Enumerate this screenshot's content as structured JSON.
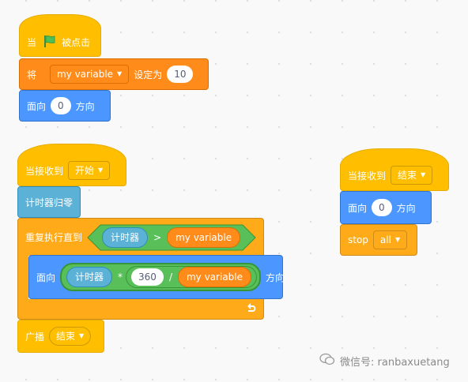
{
  "script1": {
    "hat": {
      "prefix": "当",
      "flag_icon": "green-flag-icon",
      "suffix": "被点击"
    },
    "set_var": {
      "label_pre": "将",
      "variable": "my variable",
      "label_mid": "设定为",
      "value": "10"
    },
    "point": {
      "label_pre": "面向",
      "value": "0",
      "label_post": "方向"
    }
  },
  "script2": {
    "hat": {
      "label": "当接收到",
      "message": "开始"
    },
    "reset_timer": {
      "label": "计时器归零"
    },
    "repeat_until": {
      "label": "重复执行直到",
      "cond_left": "计时器",
      "cond_op": ">",
      "cond_right": "my variable",
      "loop_arrow_icon": "loop-arrow-icon"
    },
    "inner_point": {
      "label_pre": "面向",
      "timer": "计时器",
      "mul_op": "*",
      "number": "360",
      "div_op": "/",
      "variable": "my variable",
      "label_post": "方向"
    },
    "broadcast": {
      "label": "广播",
      "message": "结束"
    }
  },
  "script3": {
    "hat": {
      "label": "当接收到",
      "message": "结束"
    },
    "point": {
      "label_pre": "面向",
      "value": "0",
      "label_post": "方向"
    },
    "stop": {
      "label": "stop",
      "option": "all"
    }
  },
  "watermark": {
    "text": "微信号: ranbaxuetang"
  },
  "colors": {
    "events": "#ffbf00",
    "variables": "#ff8c1a",
    "motion": "#4c97ff",
    "control": "#ffab19",
    "sensing": "#5cb1d6",
    "operators": "#59c059"
  }
}
